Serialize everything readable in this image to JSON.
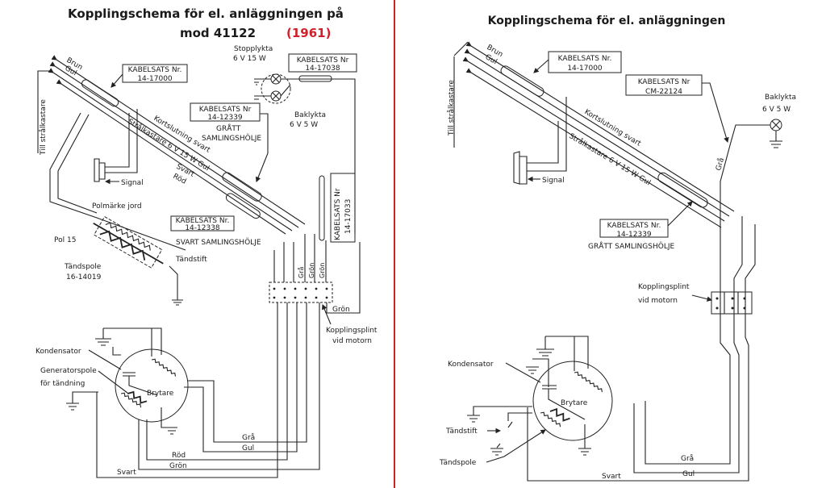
{
  "left": {
    "title_line1": "Kopplingschema för el. anläggningen på",
    "title_line2": "mod 41122",
    "year": "(1961)",
    "year_color": "#d0202a",
    "labels": {
      "till_stralkastare": "Till strålkastare",
      "brun": "Brun",
      "gul": "Gul",
      "kabelsats_17000": [
        "KABELSATS Nr.",
        "14-17000"
      ],
      "stopplykta": [
        "Stopplykta",
        "6 V 15 W"
      ],
      "kabelsats_17038": [
        "KABELSATS Nr",
        "14-17038"
      ],
      "baklykta": [
        "Baklykta",
        "6 V 5 W"
      ],
      "kabelsats_12339": [
        "KABELSATS Nr",
        "14-12339"
      ],
      "gratt": "GRÅTT",
      "samlingsholje": "SAMLINGSHÖLJE",
      "kortslutning": "Kortslutning svart",
      "stralkastare": "Strålkastare 6 V 15 W Gul",
      "svart": "Svart",
      "rod": "Röd",
      "signal": "Signal",
      "polmarke": "Polmärke jord",
      "pol15": "Pol 15",
      "tandspole": [
        "Tändspole",
        "16-14019"
      ],
      "tandstift": "Tändstift",
      "kabelsats_12338": [
        "KABELSATS Nr.",
        "14-12338"
      ],
      "svart_samlingsholje": "SVART SAMLINGSHÖLJE",
      "kabelsats_17033": [
        "KABELSATS Nr",
        "14-17033"
      ],
      "terminal_wires": [
        "Grå",
        "Grön",
        "Grön"
      ],
      "gron": "Grön",
      "kopplingsplint": [
        "Kopplingsplint",
        "vid motorn"
      ],
      "kondensator": "Kondensator",
      "generatorspole": [
        "Generatorspole",
        "för tändning"
      ],
      "brytare": "Brytare",
      "bottom_wires": {
        "gra": "Grå",
        "gul": "Gul",
        "rod": "Röd",
        "gron": "Grön",
        "svart": "Svart"
      }
    }
  },
  "right": {
    "title": "Kopplingschema för el. anläggningen",
    "labels": {
      "till_stralkastare": "Till strålkastare",
      "brun": "Brun",
      "gul": "Gul",
      "kabelsats_17000": [
        "KABELSATS Nr.",
        "14-17000"
      ],
      "kabelsats_cm": [
        "KABELSATS Nr",
        "CM-22124"
      ],
      "baklykta": [
        "Baklykta",
        "6 V 5 W"
      ],
      "kortslutning": "Kortslutning svart",
      "stralkastare": "Strålkastare 6 V 15 W Gul",
      "signal": "Signal",
      "gra": "Grå",
      "kabelsats_12339": [
        "KABELSATS Nr.",
        "14-12339"
      ],
      "gratt_samlingsholje": "GRÅTT SAMLINGSHÖLJE",
      "kopplingsplint": [
        "Kopplingsplint",
        "vid motorn"
      ],
      "kondensator": "Kondensator",
      "brytare": "Brytare",
      "tandstift": "Tändstift",
      "tandspole": "Tändspole",
      "bottom_wires": {
        "gra": "Grå",
        "gul": "Gul",
        "svart": "Svart"
      }
    }
  },
  "divider_color": "#d0202a"
}
